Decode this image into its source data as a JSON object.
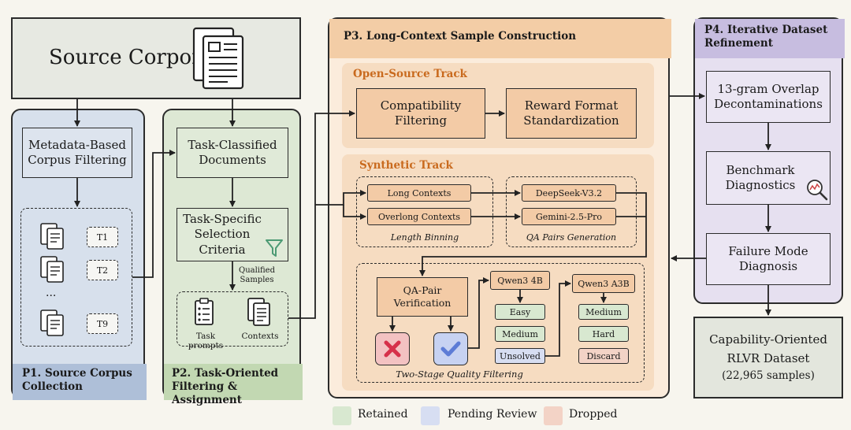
{
  "source": {
    "title": "Source Corpora"
  },
  "p1": {
    "title": "P1. Source Corpus Collection",
    "filter": "Metadata-Based Corpus Filtering",
    "tags": [
      "T1",
      "T2",
      "...",
      "T9"
    ]
  },
  "p2": {
    "title": "P2. Task-Oriented Filtering & Assignment",
    "docs": "Task-Classified Documents",
    "criteria": "Task-Specific Selection Criteria",
    "qualified": "Qualified Samples",
    "task_prompts": "Task prompts",
    "contexts": "Contexts"
  },
  "p3": {
    "title": "P3. Long-Context Sample Construction",
    "open_track": "Open-Source Track",
    "compat": "Compatibility Filtering",
    "reward": "Reward Format Standardization",
    "synth_track": "Synthetic Track",
    "long": "Long Contexts",
    "overlong": "Overlong Contexts",
    "binning": "Length Binning",
    "deepseek": "DeepSeek-V3.2",
    "gemini": "Gemini-2.5-Pro",
    "qa_gen": "QA Pairs Generation",
    "qa_verif": "QA-Pair Verification",
    "qwen4b": "Qwen3 4B",
    "qwen_a3b": "Qwen3 A3B",
    "easy": "Easy",
    "medium": "Medium",
    "unsolved": "Unsolved",
    "medium2": "Medium",
    "hard": "Hard",
    "discard": "Discard",
    "two_stage": "Two-Stage Quality Filtering"
  },
  "p4": {
    "title": "P4. Iterative Dataset Refinement",
    "decon": "13-gram Overlap Decontaminations",
    "bench": "Benchmark Diagnostics",
    "failure": "Failure Mode Diagnosis"
  },
  "output": {
    "line1": "Capability-Oriented",
    "line2": "RLVR Dataset",
    "line3": "(22,965 samples)"
  },
  "legend": {
    "retained": "Retained",
    "pending": "Pending Review",
    "dropped": "Dropped"
  },
  "colors": {
    "p1": "#d7e0ec",
    "p1_footer": "#aebfd8",
    "p2": "#dde8d4",
    "p2_footer": "#c2d8b2",
    "p3": "#fbecdc",
    "p3_inner": "#f6dcc1",
    "p3_hdr": "#f3cda6",
    "p3_box": "#f3cba6",
    "p4": "#e6e0f0",
    "p4_hdr": "#c7bde0",
    "source": "#e7e9e2",
    "output": "#e3e6dd",
    "orange": "#c96a1e",
    "retained": "#d8e8d0",
    "pending": "#d7def2",
    "dropped": "#f3d3c6"
  }
}
